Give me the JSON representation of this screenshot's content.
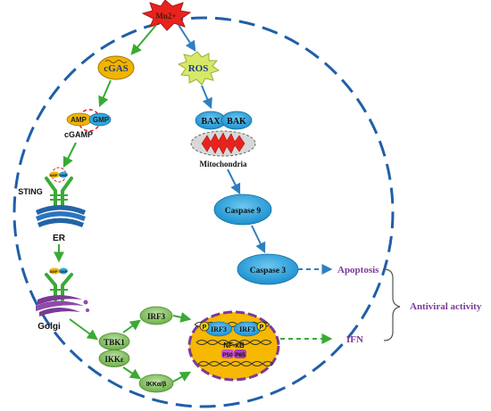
{
  "trigger": {
    "label": "Mn2+"
  },
  "sensors": {
    "cgas": "cGAS",
    "ros": "ROS"
  },
  "cgamp": {
    "amp": "AMP",
    "gmp": "GMP",
    "label": "cGAMP"
  },
  "sting": {
    "label": "STING",
    "er": "ER",
    "golgi": "Golgi",
    "amp_small": "AMP",
    "gmp_small": "GMP"
  },
  "mito": {
    "bax": "BAX",
    "bak": "BAK",
    "label": "Mitochondria"
  },
  "caspases": {
    "c9": "Caspase 9",
    "c3": "Caspase 3"
  },
  "kinases": {
    "tbk1": "TBK1",
    "ikke": "IKKε",
    "irf3": "IRF3",
    "ikkab": "IKKα/β"
  },
  "nucleus": {
    "irf3a": "IRF3",
    "irf3b": "IRF3",
    "p": "P",
    "nfkb": "NF-κB",
    "p50": "P50",
    "p65": "P65"
  },
  "outcomes": {
    "apoptosis": "Apoptosis",
    "ifn": "IFN",
    "antiviral": "Antiviral activity"
  },
  "colors": {
    "cell_border": "#1f5fa8",
    "green_arrow": "#3aaa35",
    "blue_arrow": "#2f7fc1",
    "outcome_text": "#7b3a96",
    "blue_node": "#2ea7e0",
    "yellow_node": "#f0b400",
    "green_node": "#86c466",
    "nucleus_fill": "#f6b800",
    "nucleus_border": "#7b3a96"
  }
}
